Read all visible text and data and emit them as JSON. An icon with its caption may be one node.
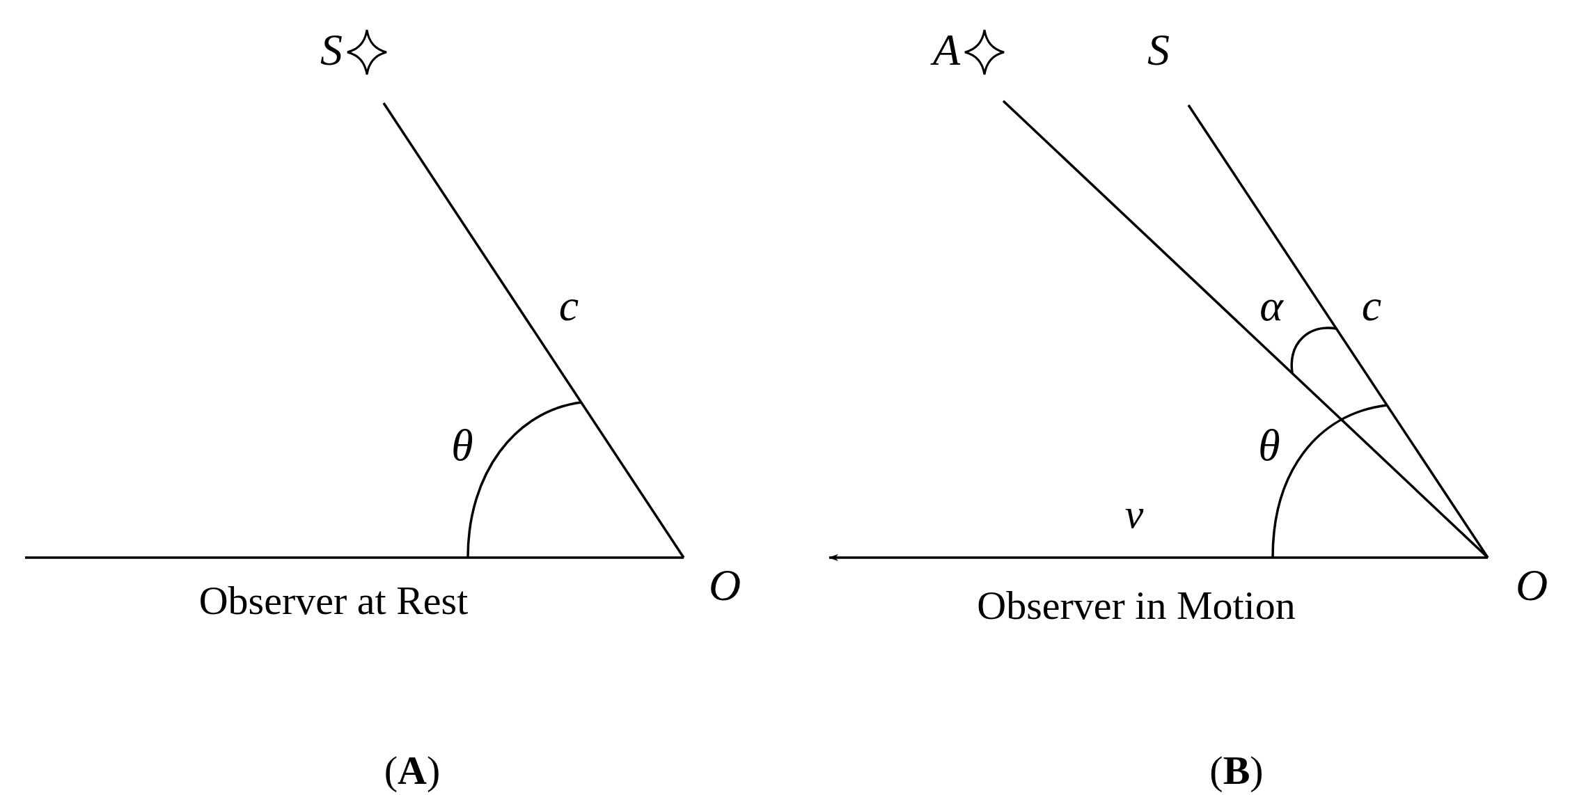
{
  "diagram": {
    "nodes": [
      {
        "text": [
          "S"
        ]
      },
      {
        "text": [
          "O"
        ]
      },
      {
        "text": [
          "A"
        ]
      },
      {
        "text": [
          "S"
        ]
      },
      {
        "text": [
          "O"
        ]
      }
    ],
    "edges": [
      {
        "from": 0,
        "to": 1,
        "arrow": "none"
      },
      {
        "from": null,
        "to": 1,
        "arrow": "none"
      },
      {
        "from": 2,
        "to": 4,
        "arrow": "none"
      },
      {
        "from": 3,
        "to": 4,
        "arrow": "none"
      },
      {
        "from": 4,
        "to": null,
        "arrow": "to",
        "label": "v"
      }
    ],
    "labels": [
      "c",
      "θ",
      "Observer at Rest",
      "(**A**)",
      "α",
      "c",
      "θ",
      "Observer in Motion",
      "(**B**)"
    ]
  }
}
